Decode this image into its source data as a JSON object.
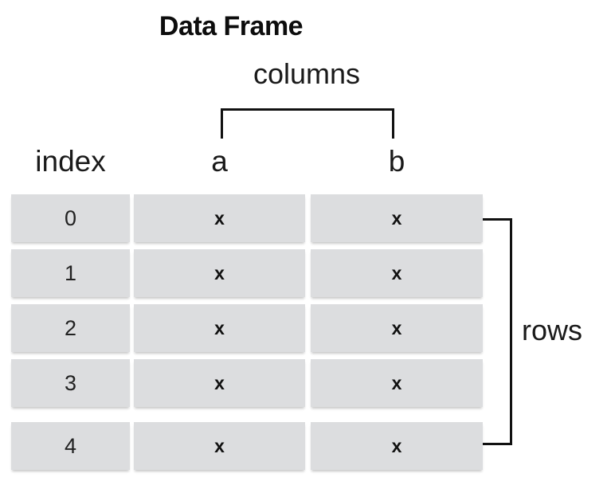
{
  "diagram": {
    "title": "Data Frame",
    "columns_label": "columns",
    "rows_label": "rows",
    "index_header": "index",
    "column_headers": [
      "a",
      "b"
    ],
    "cell_placeholder": "x",
    "index_values": [
      "0",
      "1",
      "2",
      "3",
      "4"
    ],
    "rows": [
      {
        "index": "0",
        "a": "x",
        "b": "x"
      },
      {
        "index": "1",
        "a": "x",
        "b": "x"
      },
      {
        "index": "2",
        "a": "x",
        "b": "x"
      },
      {
        "index": "3",
        "a": "x",
        "b": "x"
      },
      {
        "index": "4",
        "a": "x",
        "b": "x"
      }
    ],
    "colors": {
      "background": "#ffffff",
      "cell_fill": "#dcdddf",
      "text": "#1a1a1a",
      "bracket": "#111111"
    }
  }
}
